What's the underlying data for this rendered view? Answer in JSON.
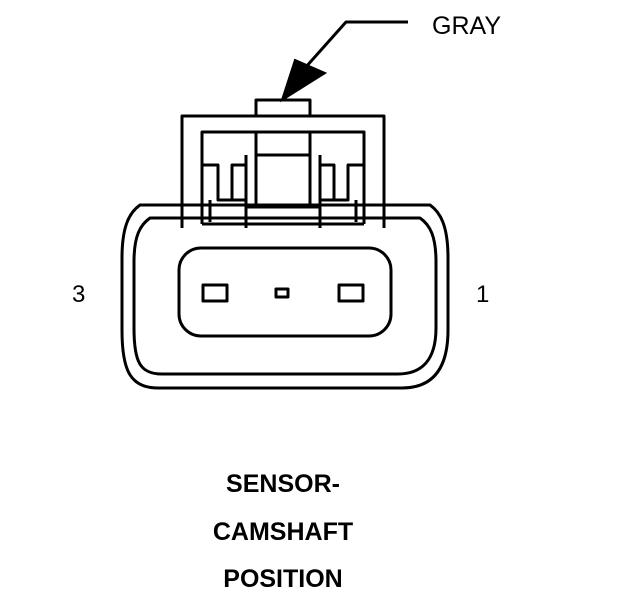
{
  "wire_color_label": "GRAY",
  "pins": {
    "left": "3",
    "right": "1"
  },
  "title_lines": [
    "SENSOR-",
    "CAMSHAFT",
    "POSITION"
  ],
  "colors": {
    "ink": "#000000",
    "paper": "#ffffff"
  }
}
